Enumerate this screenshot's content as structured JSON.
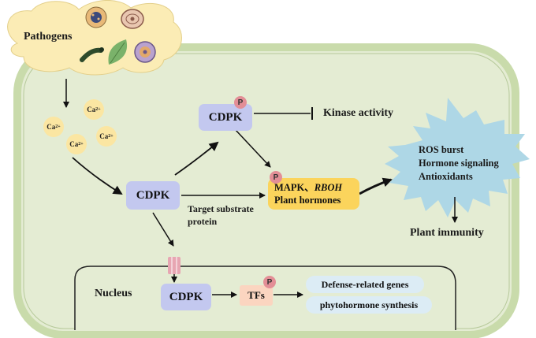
{
  "pathogens": {
    "label": "Pathogens"
  },
  "calcium": {
    "ion_base": "Ca",
    "ion_charge": "2+"
  },
  "cdpk": {
    "top": "CDPK",
    "middle": "CDPK",
    "nucleus": "CDPK",
    "phospho_badge": "P"
  },
  "kinase": {
    "label": "Kinase activity"
  },
  "targets": {
    "line1_prefix": "MAPK、",
    "line1_italic": "RBOH",
    "line2": "Plant hormones"
  },
  "target_substrate": {
    "line1": "Target substrate",
    "line2": "protein"
  },
  "response": {
    "line1": "ROS burst",
    "line2": "Hormone signaling",
    "line3": "Antioxidants"
  },
  "immunity": {
    "label": "Plant immunity"
  },
  "nucleus": {
    "label": "Nucleus",
    "tfs": "TFs",
    "gene1": "Defense-related genes",
    "gene2": "phytohormone synthesis"
  },
  "colors": {
    "cell_fill": "#e4ecd3",
    "cell_border": "#c9dbab",
    "cdpk_fill": "#c3c8ef",
    "target_fill": "#fbd45c",
    "starburst_fill": "#aed7e6",
    "ca_fill": "#fbe6a2",
    "phospho": "#e38e96",
    "pathogen_cloud": "#fbecb5",
    "pill_fill": "#dcecf5",
    "tfs_fill": "#fbd5c0"
  }
}
